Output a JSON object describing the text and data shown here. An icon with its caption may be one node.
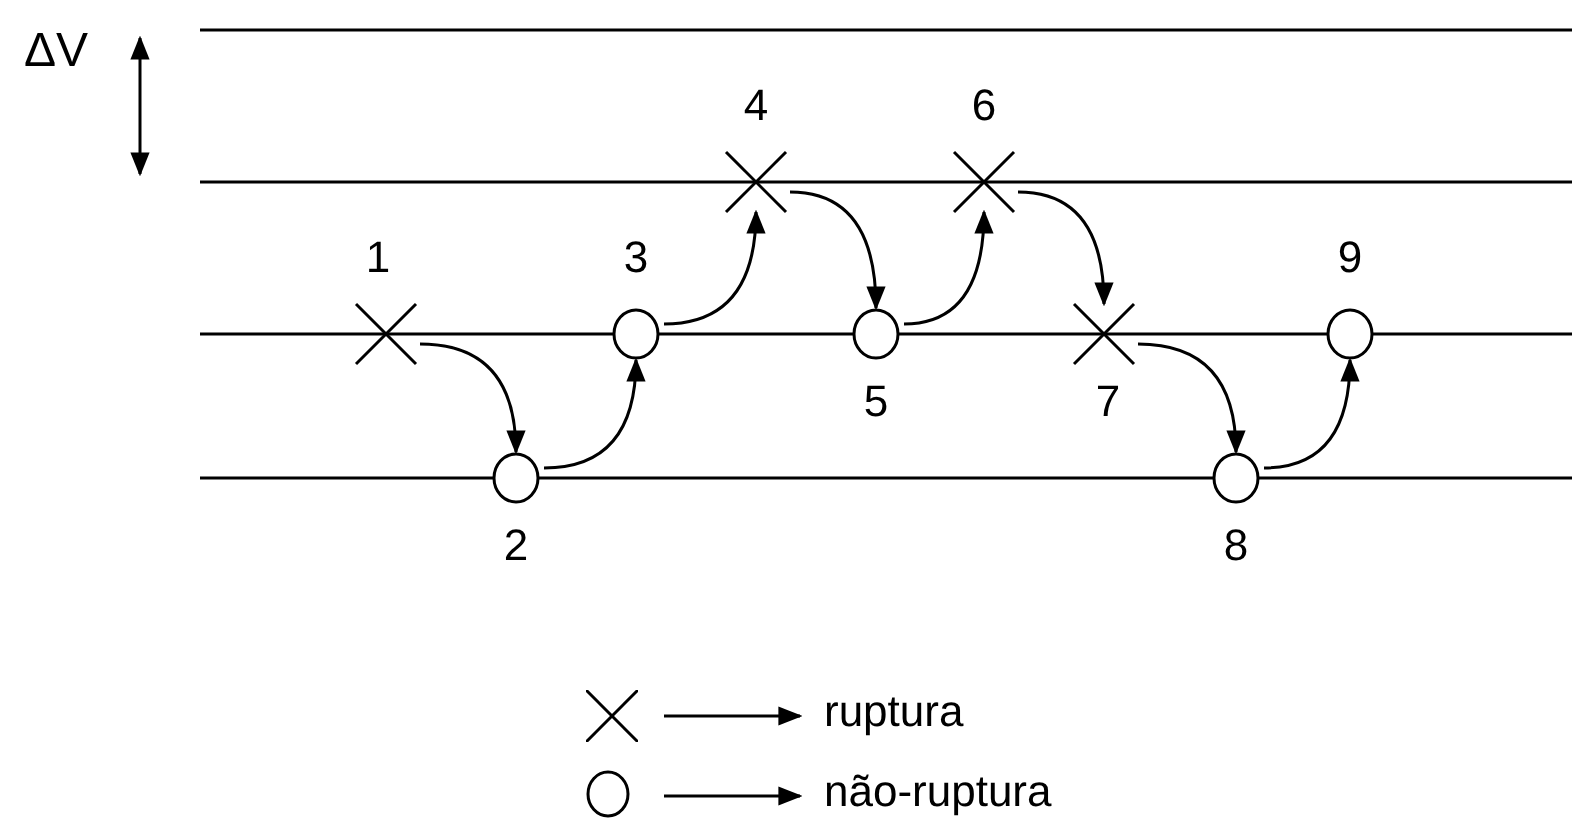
{
  "diagram": {
    "nodes": [
      {
        "text": [],
        "shape": "cross",
        "beside": [
          "1"
        ]
      },
      {
        "text": [],
        "shape": "circle",
        "beside": [
          "2"
        ]
      },
      {
        "text": [],
        "shape": "circle",
        "beside": [
          "3"
        ]
      },
      {
        "text": [],
        "shape": "cross",
        "beside": [
          "4"
        ]
      },
      {
        "text": [],
        "shape": "circle",
        "beside": [
          "5"
        ]
      },
      {
        "text": [],
        "shape": "cross",
        "beside": [
          "6"
        ]
      },
      {
        "text": [],
        "shape": "cross",
        "beside": [
          "7"
        ]
      },
      {
        "text": [],
        "shape": "circle",
        "beside": [
          "8"
        ]
      },
      {
        "text": [],
        "shape": "circle",
        "beside": [
          "9"
        ]
      }
    ],
    "edges": [
      {
        "from": 0,
        "to": 1,
        "arrow": "to"
      },
      {
        "from": 1,
        "to": 2,
        "arrow": "to"
      },
      {
        "from": 2,
        "to": 3,
        "arrow": "to"
      },
      {
        "from": 3,
        "to": 4,
        "arrow": "to"
      },
      {
        "from": 4,
        "to": 5,
        "arrow": "to"
      },
      {
        "from": 5,
        "to": 6,
        "arrow": "to"
      },
      {
        "from": 6,
        "to": 7,
        "arrow": "to"
      },
      {
        "from": 7,
        "to": 8,
        "arrow": "to"
      }
    ],
    "labels": [
      "ΔV"
    ],
    "legend": [
      {
        "text": "ruptura"
      },
      {
        "text": "não-ruptura"
      }
    ]
  }
}
